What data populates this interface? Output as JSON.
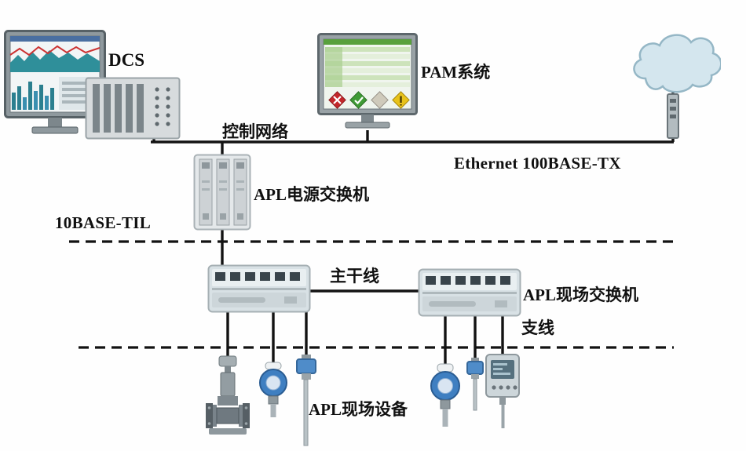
{
  "diagram": {
    "title": "APL industrial network topology",
    "labels": {
      "dcs": "DCS",
      "pam_system": "PAM系统",
      "control_network": "控制网络",
      "ethernet": "Ethernet 100BASE-TX",
      "apl_power_switch": "APL电源交换机",
      "ten_base_til": "10BASE-TIL",
      "trunk_line": "主干线",
      "apl_field_switch": "APL现场交换机",
      "branch_line": "支线",
      "apl_field_devices": "APL现场设备"
    },
    "colors": {
      "background": "#fefefe",
      "wire": "#121212",
      "monitor_frame": "#8f999e",
      "screen_teal": "#2f8f9a",
      "alarm_red": "#c3272b",
      "ok_green": "#3f9b35",
      "warn_yellow": "#e8c21a",
      "pam_green": "#58a03c",
      "cloud_fill": "#d4e6ee",
      "cloud_stroke": "#95b7c6",
      "switch_body": "#d8e1e5",
      "switch_port": "#39444b",
      "transmitter_blue": "#3f7fc1"
    },
    "icons": {
      "dcs_monitor": "monitor-with-dashboard-icon",
      "dcs_rack": "controller-rack-icon",
      "pam_monitor": "monitor-with-diagnostics-icon",
      "cloud": "cloud-icon",
      "cloud_gateway": "gateway-device-icon",
      "power_switch": "apl-power-switch-icon",
      "field_switch": "apl-field-switch-icon",
      "flow_meter": "flow-meter-icon",
      "pressure_transmitter": "pressure-transmitter-icon",
      "temperature_sensor": "temperature-sensor-icon",
      "field_display": "field-display-device-icon"
    }
  }
}
